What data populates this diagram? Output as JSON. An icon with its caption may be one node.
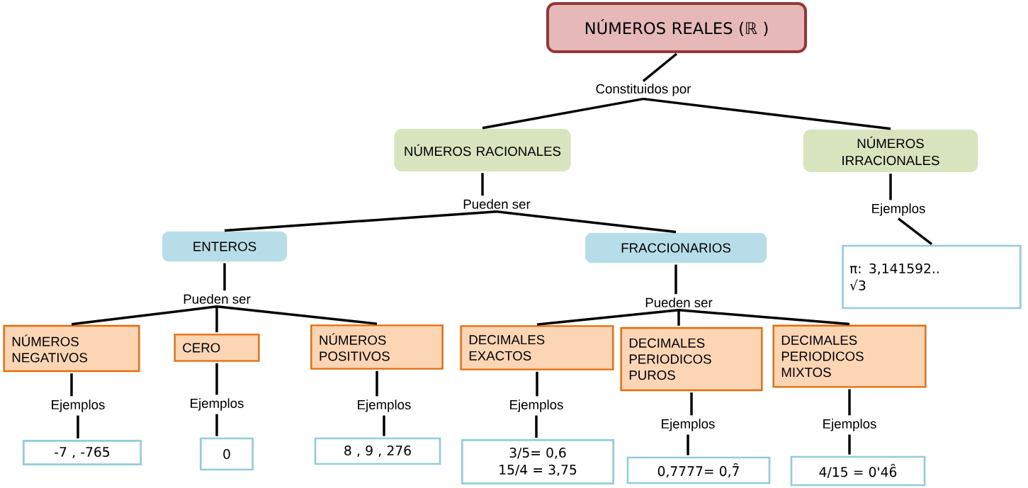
{
  "diagram": {
    "nodes": [
      {
        "text": [
          "NÚMEROS REALES (ℝ )"
        ]
      },
      {
        "text": [
          "Constituidos por"
        ]
      },
      {
        "text": [
          "NÚMEROS RACIONALES"
        ]
      },
      {
        "text": [
          "NÚMEROS IRRACIONALES"
        ]
      },
      {
        "text": [
          "Pueden ser"
        ]
      },
      {
        "text": [
          "Ejemplos"
        ]
      },
      {
        "text": [
          "ENTEROS"
        ]
      },
      {
        "text": [
          "FRACCIONARIOS"
        ]
      },
      {
        "text": [
          "π: 3,141592..",
          "√3"
        ]
      },
      {
        "text": [
          "Pueden ser"
        ]
      },
      {
        "text": [
          "Pueden ser"
        ]
      },
      {
        "text": [
          "NÚMEROS NEGATIVOS"
        ]
      },
      {
        "text": [
          "CERO"
        ]
      },
      {
        "text": [
          "NÚMEROS POSITIVOS"
        ]
      },
      {
        "text": [
          "DECIMALES EXACTOS"
        ]
      },
      {
        "text": [
          "DECIMALES PERIODICOS PUROS"
        ]
      },
      {
        "text": [
          "DECIMALES PERIODICOS MIXTOS"
        ]
      },
      {
        "text": [
          "Ejemplos"
        ]
      },
      {
        "text": [
          "Ejemplos"
        ]
      },
      {
        "text": [
          "Ejemplos"
        ]
      },
      {
        "text": [
          "Ejemplos"
        ]
      },
      {
        "text": [
          "Ejemplos"
        ]
      },
      {
        "text": [
          "Ejemplos"
        ]
      },
      {
        "text": [
          "-7  ,  -765"
        ]
      },
      {
        "text": [
          "0"
        ]
      },
      {
        "text": [
          "8  , 9 , 276"
        ]
      },
      {
        "text": [
          "3/5= 0,6",
          "15/4 =  3,75"
        ]
      },
      {
        "text": [
          "0,7777= 0,7̑"
        ]
      },
      {
        "text": [
          "4/15  = 0'46̑"
        ]
      }
    ],
    "edges": [
      {
        "from": 0,
        "to": 1,
        "arrow": "none"
      },
      {
        "from": 1,
        "to": 2,
        "arrow": "none"
      },
      {
        "from": 1,
        "to": 3,
        "arrow": "none"
      },
      {
        "from": 2,
        "to": 4,
        "arrow": "none"
      },
      {
        "from": 3,
        "to": 5,
        "arrow": "none"
      },
      {
        "from": 4,
        "to": 6,
        "arrow": "none"
      },
      {
        "from": 4,
        "to": 7,
        "arrow": "none"
      },
      {
        "from": 5,
        "to": 8,
        "arrow": "none"
      },
      {
        "from": 6,
        "to": 9,
        "arrow": "none"
      },
      {
        "from": 7,
        "to": 10,
        "arrow": "none"
      },
      {
        "from": 9,
        "to": 11,
        "arrow": "none"
      },
      {
        "from": 9,
        "to": 12,
        "arrow": "none"
      },
      {
        "from": 9,
        "to": 13,
        "arrow": "none"
      },
      {
        "from": 10,
        "to": 14,
        "arrow": "none"
      },
      {
        "from": 10,
        "to": 15,
        "arrow": "none"
      },
      {
        "from": 10,
        "to": 16,
        "arrow": "none"
      },
      {
        "from": 11,
        "to": 17,
        "arrow": "none"
      },
      {
        "from": 12,
        "to": 18,
        "arrow": "none"
      },
      {
        "from": 13,
        "to": 19,
        "arrow": "none"
      },
      {
        "from": 14,
        "to": 20,
        "arrow": "none"
      },
      {
        "from": 15,
        "to": 21,
        "arrow": "none"
      },
      {
        "from": 16,
        "to": 22,
        "arrow": "none"
      },
      {
        "from": 17,
        "to": 23,
        "arrow": "none"
      },
      {
        "from": 18,
        "to": 24,
        "arrow": "none"
      },
      {
        "from": 19,
        "to": 25,
        "arrow": "none"
      },
      {
        "from": 20,
        "to": 26,
        "arrow": "none"
      },
      {
        "from": 21,
        "to": 27,
        "arrow": "none"
      },
      {
        "from": 22,
        "to": 28,
        "arrow": "none"
      }
    ]
  }
}
